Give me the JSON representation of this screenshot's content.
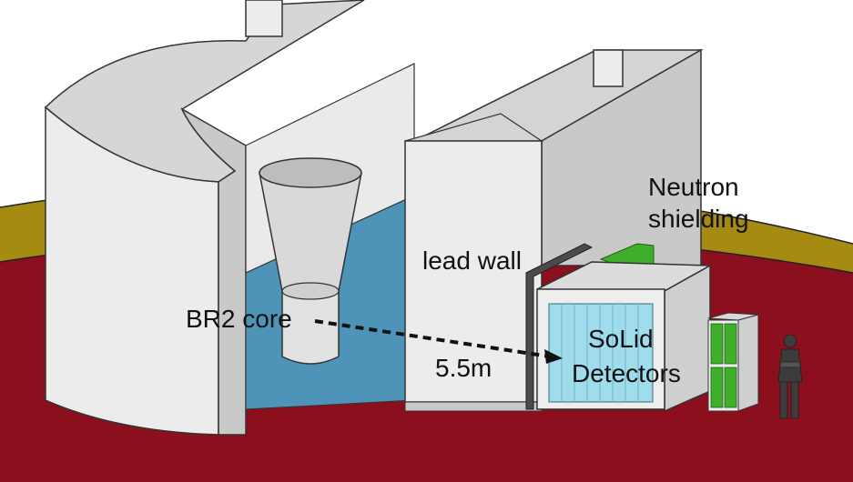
{
  "labels": {
    "neutron_line1": "Neutron",
    "neutron_line2": "shielding",
    "lead_wall": "lead wall",
    "core": "BR2 core",
    "distance": "5.5m",
    "solid_line1": "SoLid",
    "solid_line2": "Detectors"
  },
  "colors": {
    "floor_red": "#8b0f1d",
    "floor_olive": "#a58b12",
    "pool_blue": "#4d94b8",
    "concrete_light": "#ececec",
    "concrete_top": "#d6d6d6",
    "concrete_shadow": "#c9c9c9",
    "shielding_green": "#3fae2a",
    "detector_cyan": "#9fdcec",
    "lead_dark": "#4a4a4a"
  }
}
